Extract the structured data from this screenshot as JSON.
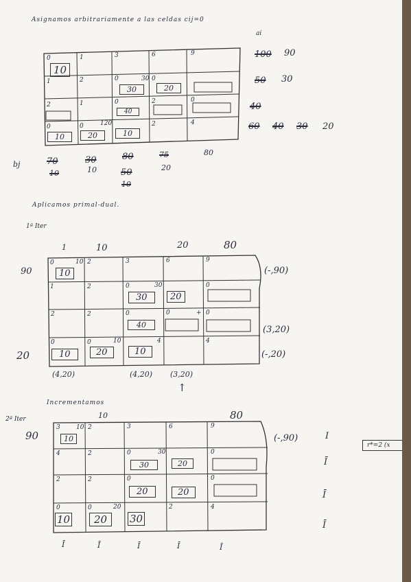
{
  "header": {
    "title": "Asignamos arbitrariamente a las celdas cij=0",
    "supply_label": "ai",
    "demand_label": "bj"
  },
  "table1": {
    "costs": [
      [
        "0",
        "1",
        "3",
        "6",
        "9"
      ],
      [
        "1",
        "2",
        "0",
        "30",
        "0"
      ],
      [
        "2",
        "1",
        "0",
        "2",
        "0"
      ],
      [
        "0",
        "0",
        "120",
        "2",
        "4"
      ]
    ],
    "boxes": [
      "10",
      "30",
      "20",
      "40",
      "10",
      "20",
      "10"
    ],
    "supply_history": [
      [
        "100",
        "90"
      ],
      [
        "50",
        "30"
      ],
      [
        "40"
      ],
      [
        "60",
        "40",
        "30",
        "20"
      ]
    ],
    "demand_history": [
      [
        "70",
        "10"
      ],
      [
        "30",
        "10"
      ],
      [
        "80",
        "50",
        "10"
      ],
      [
        "75",
        "20"
      ],
      [
        "80"
      ]
    ]
  },
  "section2": {
    "title": "Aplicamos primal-dual.",
    "iter_label": "1ª Iter"
  },
  "table2": {
    "col_duals": [
      "1",
      "10",
      "",
      "20",
      "80"
    ],
    "row_duals": [
      "90",
      "",
      "",
      "20"
    ],
    "costs": [
      [
        "0",
        "10",
        "2",
        "3",
        "6",
        "9"
      ],
      [
        "1",
        "2",
        "0",
        "30",
        "0"
      ],
      [
        "2",
        "2",
        "0",
        "0",
        "+",
        "0"
      ],
      [
        "0",
        "0",
        "10",
        "4",
        "4"
      ]
    ],
    "boxes": [
      "10",
      "30",
      "20",
      "40",
      "10",
      "20",
      "10"
    ],
    "right_labels": [
      "(-,90)",
      "(3,20)",
      "(-,20)"
    ],
    "bottom_labels": [
      "(4,20)",
      "(4,20)",
      "(3,20)"
    ],
    "arrow": "↑"
  },
  "section3": {
    "title": "Incrementamos",
    "iter_label": "2ª Iter"
  },
  "table3": {
    "col_duals": [
      "10",
      "80"
    ],
    "row_duals": [
      "90"
    ],
    "costs": [
      [
        "3",
        "10",
        "2",
        "3",
        "6",
        "9"
      ],
      [
        "4",
        "2",
        "0",
        "30",
        "0"
      ],
      [
        "2",
        "2",
        "0",
        "0"
      ],
      [
        "0",
        "0",
        "20",
        "2",
        "4"
      ]
    ],
    "boxes": [
      "10",
      "30",
      "20",
      "20",
      "20",
      "10",
      "20",
      "30"
    ],
    "right_label": "(-,90)",
    "row_marks": [
      "I",
      "Ī",
      "Ī",
      "Ī"
    ],
    "col_marks": [
      "Ī",
      "Ī",
      "Ī",
      "Ī",
      "Ī"
    ],
    "note": "r*=2 (x"
  }
}
